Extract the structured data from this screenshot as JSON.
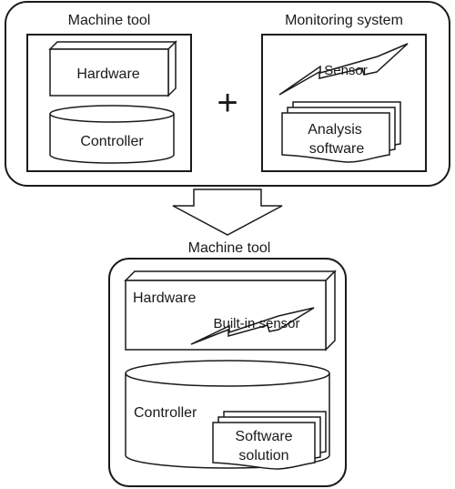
{
  "top_panel": {
    "machine_tool_title": "Machine tool",
    "monitoring_system_title": "Monitoring system",
    "hardware_label": "Hardware",
    "controller_label": "Controller",
    "plus_symbol": "+",
    "sensor_label": "Sensor",
    "analysis_software_line1": "Analysis",
    "analysis_software_line2": "software"
  },
  "bottom_panel": {
    "machine_tool_title": "Machine tool",
    "hardware_label": "Hardware",
    "built_in_sensor_label": "Built-in sensor",
    "controller_label": "Controller",
    "software_solution_line1": "Software",
    "software_solution_line2": "solution"
  },
  "icons": {
    "transition_arrow": "down-arrow-icon",
    "sensor": "lightning-icon",
    "software": "document-stack-icon",
    "hardware": "box-icon",
    "controller": "cylinder-icon"
  }
}
